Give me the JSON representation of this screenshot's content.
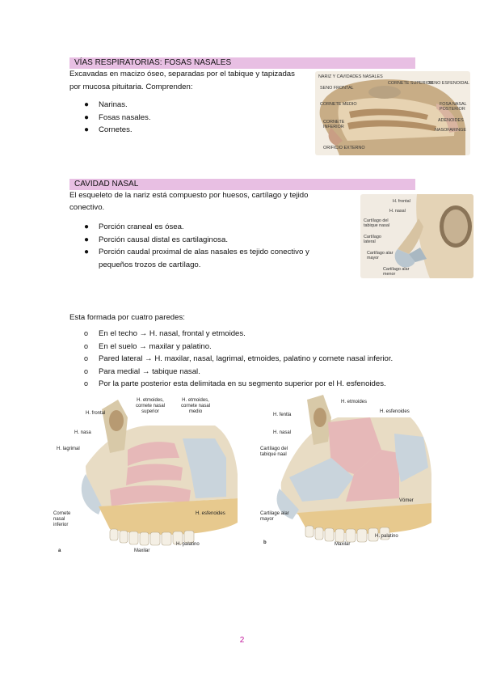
{
  "section1": {
    "heading": "VÍAS RESPIRATORIAS: FOSAS NASALES",
    "intro_line1": "Excavadas en macizo óseo, separadas por el tabique y tapizadas",
    "intro_line2": "por mucosa pituitaria. Comprenden:",
    "items": [
      "Narinas.",
      "Fosas nasales.",
      "Cornetes."
    ]
  },
  "figure1": {
    "title": "NARIZ Y CAVIDADES NASALES",
    "labels": [
      "SENO FRONTAL",
      "CORNETE SUPERIOR",
      "SENO ESFENOIDAL",
      "CORNETE MEDIO",
      "FOSA NASAL POSTERIOR",
      "ADENOIDES",
      "NASOFARINGE",
      "CORNETE INFERIOR",
      "ORIFICIO EXTERNO"
    ]
  },
  "section2": {
    "heading": "CAVIDAD NASAL",
    "intro_line1": "El esqueleto de la nariz está compuesto por huesos, cartílago y tejido",
    "intro_line2": "conectivo.",
    "items": [
      "Porción craneal es ósea.",
      "Porción causal distal es cartilaginosa.",
      "Porción caudal proximal de alas nasales es tejido conectivo y"
    ],
    "item3_cont": "pequeños trozos de cartílago."
  },
  "figure2": {
    "labels": [
      "H. frontal",
      "H. nasal",
      "Cartílago del tabique nasal",
      "Cartílago lateral",
      "Cartílago alar mayor",
      "Cartílago alar menor"
    ]
  },
  "section3": {
    "intro": "Esta formada por cuatro paredes:",
    "items": [
      "En el techo → H. nasal, frontal y etmoides.",
      "En el suelo → maxilar y palatino.",
      "Pared lateral → H. maxilar, nasal, lagrimal, etmoides, palatino y cornete nasal inferior.",
      "Para medial → tabique nasal.",
      "Por la parte posterior esta delimitada en su segmento superior por el H. esfenoides."
    ]
  },
  "figure3": {
    "labels": {
      "frontal": "H. frontal",
      "nasal": "H. nasa",
      "lagrimal": "H. lagrimal",
      "etm_sup": "H. etmoides, cornete nasal superior",
      "etm_medio": "H. etmoides, cornete nasal medio",
      "esfenoides": "H. esfenoides",
      "cornete_inf": "Cornete nasal inferior",
      "maxilar": "Maxilar",
      "palatino": "H. palatino",
      "panel": "a"
    }
  },
  "figure4": {
    "labels": {
      "frontal": "H. fentla",
      "nasal": "H. nasal",
      "etmoides": "H. etmoides",
      "esfenoides": "H. esfenoides",
      "cartilago_tabique": "Cartílago del tabique naal",
      "cartilago_alar": "Cartilage alar mayor",
      "vomer": "Vómer",
      "palatino": "H. palatino",
      "maxilar": "Maxilar",
      "panel": "b"
    }
  },
  "page_number": "2",
  "colors": {
    "heading_bg": "#e8bfe3",
    "page_number": "#c2179b",
    "bone": "#d8c9a8",
    "pink": "#e6b8b8",
    "blue": "#c9d4dc"
  }
}
